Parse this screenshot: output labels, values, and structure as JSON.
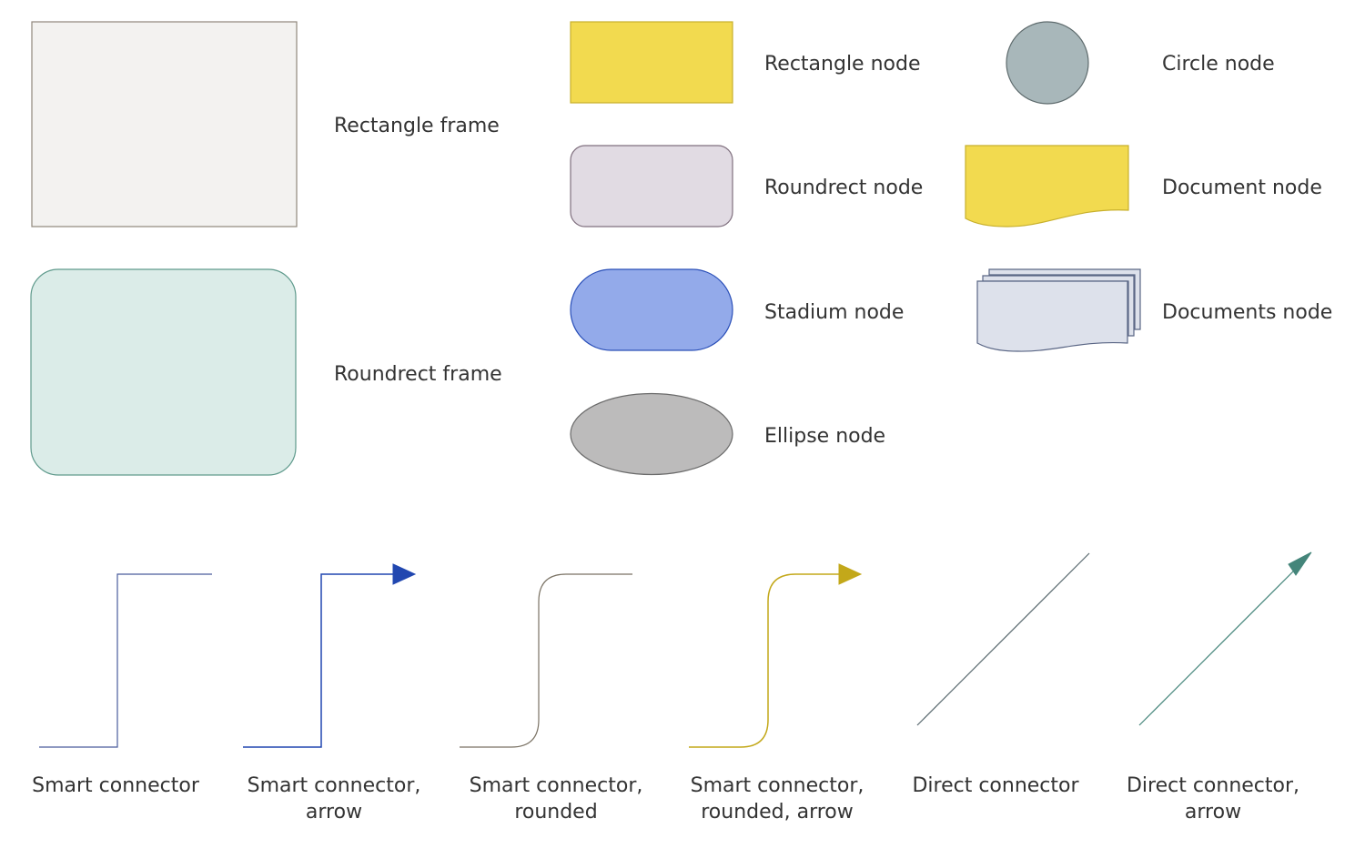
{
  "frames": [
    {
      "label": "Rectangle frame",
      "fill": "#f3f2f0",
      "stroke": "#8f877b"
    },
    {
      "label": "Roundrect frame",
      "fill": "#dbece8",
      "stroke": "#5f9a8c"
    }
  ],
  "nodes": [
    {
      "label": "Rectangle node",
      "fill": "#f2da4f",
      "stroke": "#c8b02c"
    },
    {
      "label": "Roundrect node",
      "fill": "#e1dbe3",
      "stroke": "#80707f"
    },
    {
      "label": "Stadium node",
      "fill": "#93aaea",
      "stroke": "#2a4fb8"
    },
    {
      "label": "Ellipse node",
      "fill": "#bcbbbb",
      "stroke": "#6a6a6a"
    },
    {
      "label": "Circle node",
      "fill": "#a8b7ba",
      "stroke": "#5e6b6d"
    },
    {
      "label": "Document node",
      "fill": "#f2da4f",
      "stroke": "#c8b02c"
    },
    {
      "label": "Documents node",
      "fill": "#dde1eb",
      "stroke": "#5a6685"
    }
  ],
  "connectors": [
    {
      "label_line1": "Smart connector",
      "label_line2": "",
      "color": "#4a5c9c"
    },
    {
      "label_line1": "Smart connector,",
      "label_line2": "arrow",
      "color": "#2147b0"
    },
    {
      "label_line1": "Smart connector,",
      "label_line2": "rounded",
      "color": "#7a7264"
    },
    {
      "label_line1": "Smart connector,",
      "label_line2": "rounded, arrow",
      "color": "#c3a81a"
    },
    {
      "label_line1": "Direct connector",
      "label_line2": "",
      "color": "#5a6a70"
    },
    {
      "label_line1": "Direct connector,",
      "label_line2": "arrow",
      "color": "#44857a"
    }
  ]
}
